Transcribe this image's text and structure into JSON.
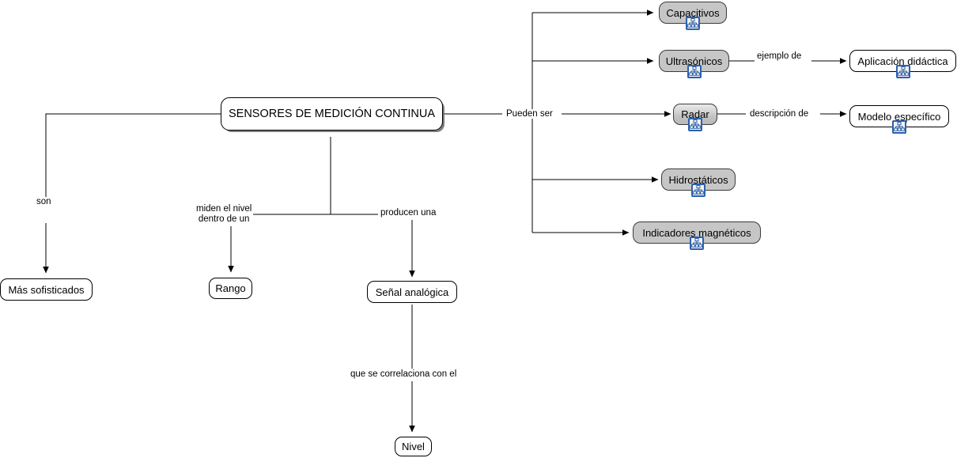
{
  "map": {
    "title": "SENSORES DE MEDICIÓN CONTINUA",
    "background": "#ffffff",
    "node_gray": "#c6c6c6",
    "node_white": "#ffffff",
    "icon_border": "#2b61b0",
    "line_color": "#000000"
  },
  "nodes": {
    "root": {
      "label": "SENSORES DE MEDICIÓN CONTINUA",
      "style": "main-white",
      "has_icon": false
    },
    "capacitivos": {
      "label": "Capacitivos",
      "style": "gray",
      "has_icon": true
    },
    "ultrasonicos": {
      "label": "Ultrasónicos",
      "style": "gray",
      "has_icon": true
    },
    "radar": {
      "label": "Radar",
      "style": "gray-selected",
      "has_icon": true
    },
    "hidrostaticos": {
      "label": "Hidrostáticos",
      "style": "gray",
      "has_icon": true
    },
    "indicadores": {
      "label": "Indicadores magnéticos",
      "style": "gray",
      "has_icon": true
    },
    "aplicacion": {
      "label": "Aplicación didáctica",
      "style": "white",
      "has_icon": true
    },
    "modelo": {
      "label": "Modelo específico",
      "style": "white",
      "has_icon": true
    },
    "mas_sofisticados": {
      "label": "Más sofisticados",
      "style": "white",
      "has_icon": false
    },
    "rango": {
      "label": "Rango",
      "style": "white",
      "has_icon": false
    },
    "senal": {
      "label": "Señal analógica",
      "style": "white",
      "has_icon": false
    },
    "nivel": {
      "label": "Nivel",
      "style": "white",
      "has_icon": false
    }
  },
  "link_labels": {
    "pueden_ser": "Pueden ser",
    "son": "son",
    "miden_line1": "miden el nivel",
    "miden_line2": "dentro de un",
    "producen_una": "producen una",
    "ejemplo_de": "ejemplo de",
    "descripcion_de": "descripción de",
    "que_se_correlaciona": "que se correlaciona con el"
  },
  "icons": {
    "cmap_child": "subtopic-tree-icon"
  }
}
